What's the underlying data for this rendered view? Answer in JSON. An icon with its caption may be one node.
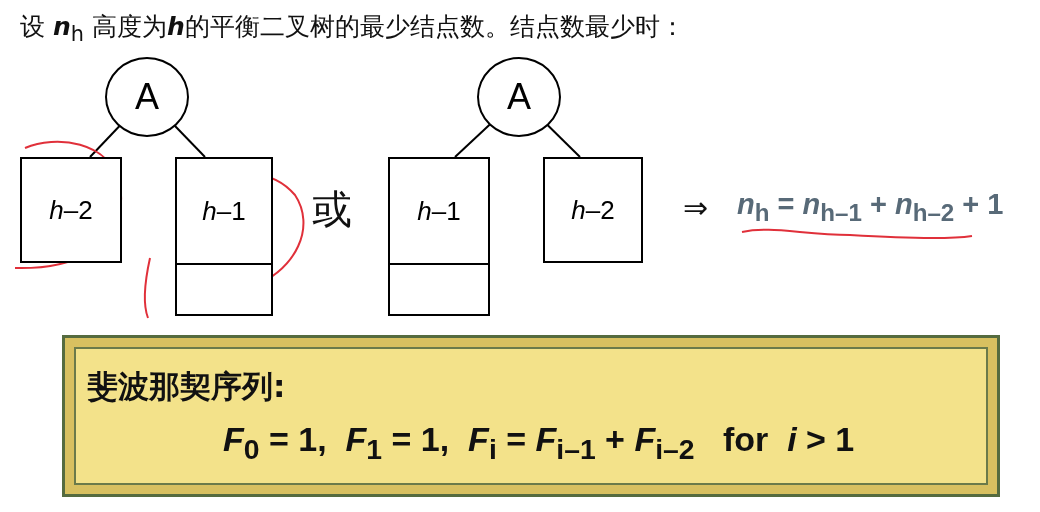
{
  "diagram": {
    "title": "设 **n**$_{h}$ 高度为**h**的平衡二叉树的最少结点数。结点数最少时：",
    "nodes": [
      {
        "text": [
          "A"
        ]
      },
      {
        "text": [
          "*h*–2"
        ]
      },
      {
        "text": [
          "*h*–1"
        ]
      },
      {
        "text": [
          "A"
        ]
      },
      {
        "text": [
          "*h*–1"
        ]
      },
      {
        "text": [
          "*h*–2"
        ]
      },
      {
        "text": [
          "斐波那契序列:",
          "*F*$_{0}$ = 1,  *F*$_{1}$ = 1,  *F*$_{i}$ = *F*$_{i–1}$ + *F*$_{i–2}$   for  *i* > 1"
        ]
      }
    ],
    "edges": [
      {
        "from": 0,
        "to": 1,
        "arrow": "none"
      },
      {
        "from": 0,
        "to": 2,
        "arrow": "none"
      },
      {
        "from": 3,
        "to": 4,
        "arrow": "none"
      },
      {
        "from": 3,
        "to": 5,
        "arrow": "none"
      }
    ],
    "labels": [
      "或",
      "⇒",
      "*n*$_{h}$ = *n*$_{h–1}$ + *n*$_{h–2}$ + 1"
    ]
  }
}
